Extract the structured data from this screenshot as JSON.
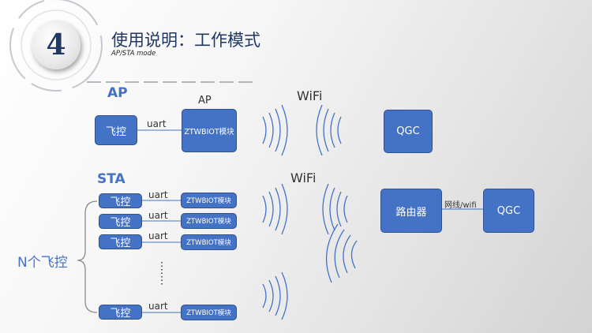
{
  "header": {
    "badge_number": "4",
    "title": "使用说明：工作模式",
    "subtitle": "AP/STA mode"
  },
  "ap_section": {
    "heading": "AP",
    "module_caption": "AP",
    "wifi_label": "WiFi",
    "flight_controller": "飞控",
    "link_label": "uart",
    "module": "ZTWBIOT模块",
    "ground_station": "QGC"
  },
  "sta_section": {
    "heading": "STA",
    "wifi_label": "WiFi",
    "group_label": "N个飞控",
    "rows": [
      {
        "flight_controller": "飞控",
        "link_label": "uart",
        "module": "ZTWBIOT模块"
      },
      {
        "flight_controller": "飞控",
        "link_label": "uart",
        "module": "ZTWBIOT模块"
      },
      {
        "flight_controller": "飞控",
        "link_label": "uart",
        "module": "ZTWBIOT模块"
      },
      {
        "flight_controller": "飞控",
        "link_label": "uart",
        "module": "ZTWBIOT模块"
      }
    ],
    "router": "路由器",
    "router_link_label": "网线/wifi",
    "ground_station": "QGC"
  },
  "colors": {
    "box_fill": "#4472c4",
    "box_border": "#2f528f",
    "heading_blue": "#4472c4",
    "title_navy": "#1f3864"
  }
}
